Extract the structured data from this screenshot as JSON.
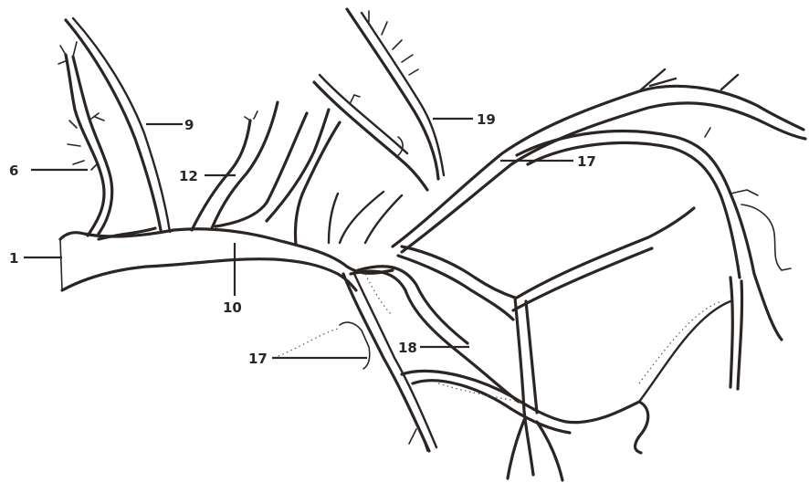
{
  "labels": {
    "label_1": "1",
    "label_6": "6",
    "label_9": "9",
    "label_12": "12",
    "label_10": "10",
    "label_19": "19",
    "label_17_upper": "17",
    "label_17_lower": "17",
    "label_18": "18"
  },
  "colors": {
    "ink": "#2b2623",
    "paper": "#ffffff"
  }
}
